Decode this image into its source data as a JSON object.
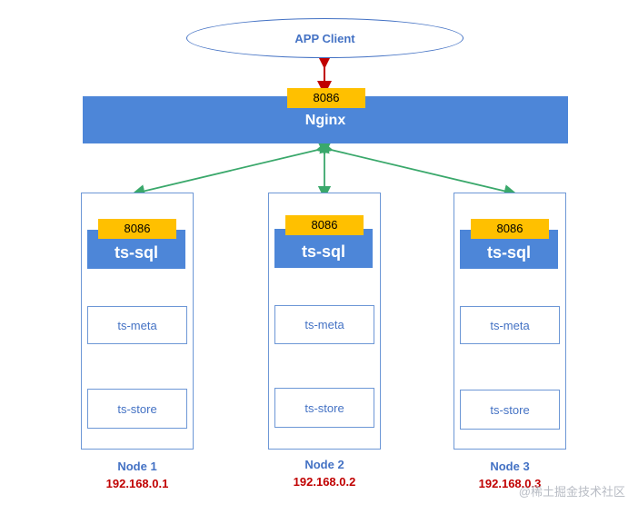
{
  "client": {
    "label": "APP Client"
  },
  "nginx": {
    "label": "Nginx",
    "port": "8086"
  },
  "nodes": [
    {
      "name": "Node 1",
      "ip": "192.168.0.1",
      "port": "8086",
      "sql": "ts-sql",
      "meta": "ts-meta",
      "store": "ts-store"
    },
    {
      "name": "Node 2",
      "ip": "192.168.0.2",
      "port": "8086",
      "sql": "ts-sql",
      "meta": "ts-meta",
      "store": "ts-store"
    },
    {
      "name": "Node 3",
      "ip": "192.168.0.3",
      "port": "8086",
      "sql": "ts-sql",
      "meta": "ts-meta",
      "store": "ts-store"
    }
  ],
  "watermark": "@稀土掘金技术社区",
  "colors": {
    "primary": "#4d86d8",
    "port": "#ffc000",
    "client_link": "#c00000",
    "node_link": "#3aa86b",
    "ip": "#c00000"
  }
}
